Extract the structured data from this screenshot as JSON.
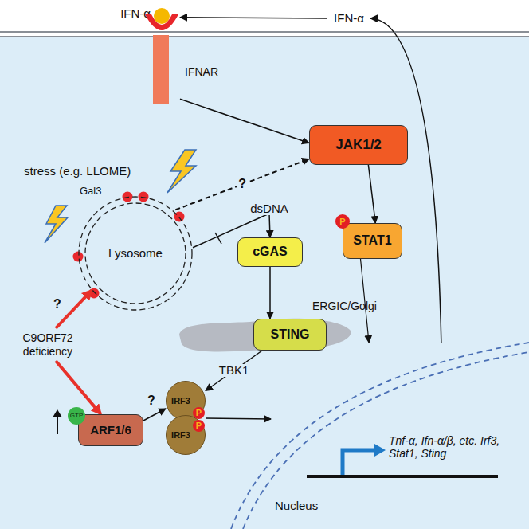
{
  "diagram": {
    "nodes": [
      {
        "text": [
          "IFN-α"
        ]
      },
      {
        "text": [
          "IFNAR"
        ]
      },
      {
        "text": [
          "JAK1/2"
        ]
      },
      {
        "text": [
          "STAT1"
        ]
      },
      {
        "text": [
          "P"
        ],
        "in": 3
      },
      {
        "text": [
          "Lysosome"
        ]
      },
      {
        "text": [
          "cGAS"
        ]
      },
      {
        "text": [
          "STING"
        ]
      },
      {
        "text": [
          "ARF1/6"
        ]
      },
      {
        "text": [
          "GTP"
        ],
        "in": 8
      },
      {
        "text": [
          "IRF3"
        ]
      },
      {
        "text": [
          "IRF3"
        ]
      },
      {
        "text": [
          "P"
        ]
      },
      {
        "text": [
          "P"
        ]
      },
      {
        "text": [
          "Tnf-α, Ifn-α/β, etc. Irf3, Stat1, Sting",
          "Nucleus"
        ]
      },
      {
        "text": [
          "IFN-α"
        ]
      },
      {
        "text": [
          "C9ORF72 deficiency"
        ]
      }
    ],
    "edges": [
      {
        "from": 15,
        "to": 1,
        "arrow": "to"
      },
      {
        "from": 14,
        "to": 15,
        "arrow": "to"
      },
      {
        "from": 1,
        "to": 2,
        "arrow": "to"
      },
      {
        "from": 2,
        "to": 3,
        "arrow": "to"
      },
      {
        "from": 3,
        "to": 14,
        "arrow": "to"
      },
      {
        "from": 5,
        "to": 2,
        "label": "?",
        "arrow": "to"
      },
      {
        "from": 5,
        "to": 6,
        "label": "dsDNA",
        "arrow": "to"
      },
      {
        "from": 6,
        "to": 7,
        "arrow": "to"
      },
      {
        "from": 7,
        "to": 10,
        "label": "TBK1",
        "arrow": "to"
      },
      {
        "from": 8,
        "to": 10,
        "label": "?",
        "arrow": "to"
      },
      {
        "from": 10,
        "to": 14,
        "arrow": "to"
      },
      {
        "from": 16,
        "to": 5,
        "label": "?",
        "arrow": "to"
      },
      {
        "from": 16,
        "to": 8,
        "arrow": "to"
      }
    ],
    "labels": [
      "stress (e.g. LLOME)",
      "Gal3",
      "ERGIC/Golgi"
    ]
  }
}
